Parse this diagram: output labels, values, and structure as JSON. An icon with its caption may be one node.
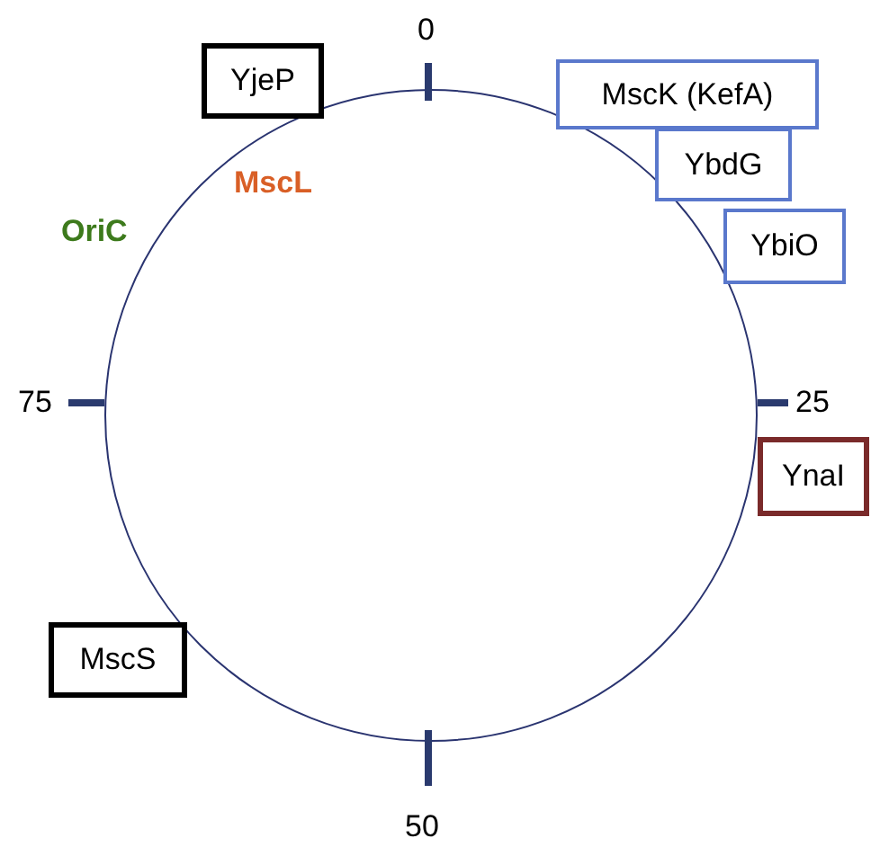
{
  "diagram": {
    "nodes": [
      {
        "text": [
          "YjeP"
        ]
      },
      {
        "text": [
          "MscK (KefA)"
        ]
      },
      {
        "text": [
          "YbdG"
        ]
      },
      {
        "text": [
          "YbiO"
        ]
      },
      {
        "text": [
          "YnaI"
        ]
      },
      {
        "text": [
          "MscS"
        ]
      }
    ],
    "edges": [],
    "labels": [
      "0",
      "MscL",
      "OriC",
      "75",
      "25",
      "50"
    ]
  }
}
